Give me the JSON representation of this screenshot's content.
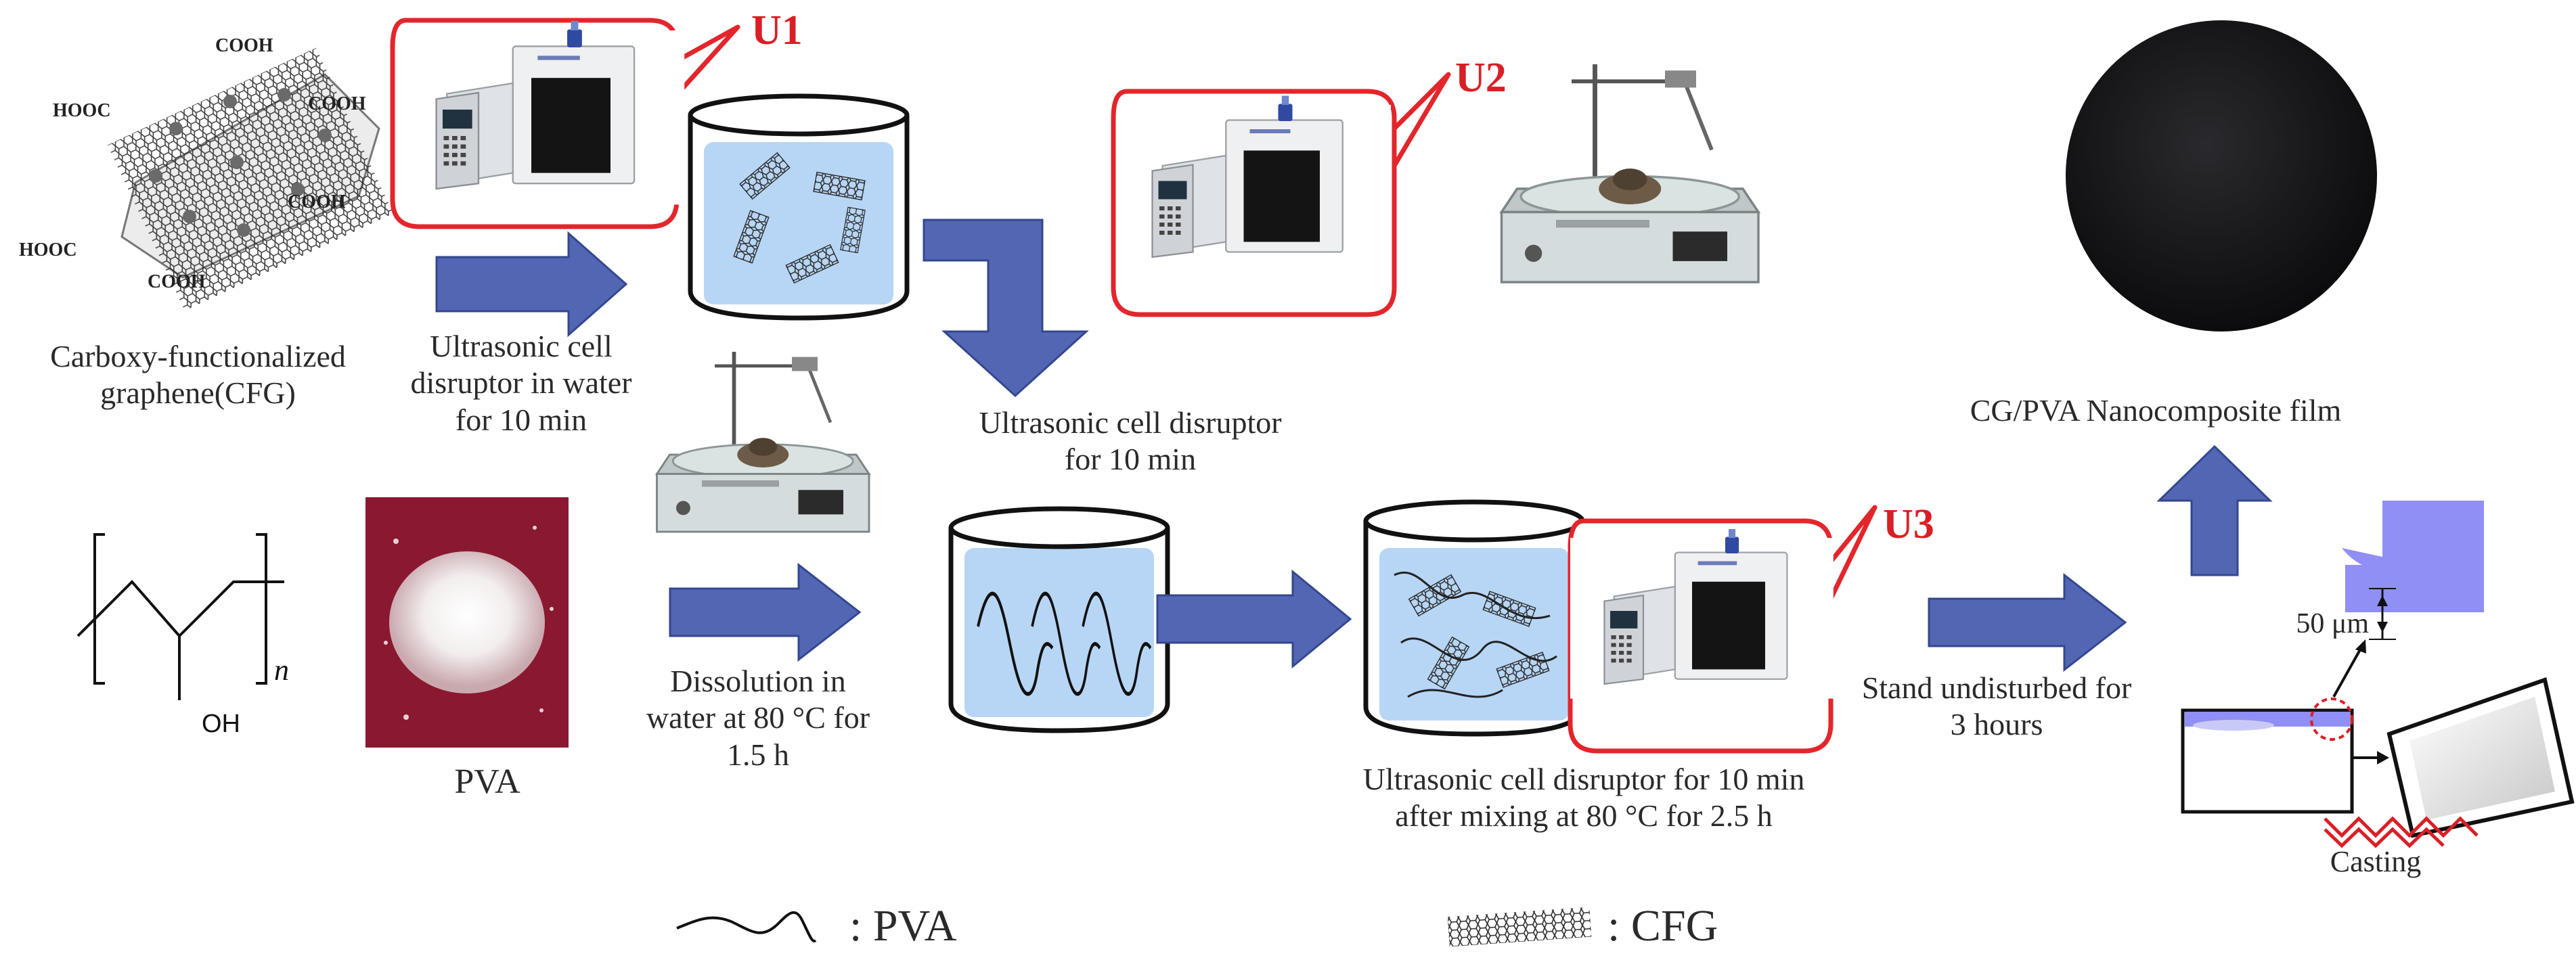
{
  "colors": {
    "arrow": "#5366b3",
    "arrow_edge": "#34478f",
    "callout": "#e3262b",
    "liquid": "#b7d6f5",
    "stroke": "#1a1a1a"
  },
  "callouts": [
    "U1",
    "U2",
    "U3"
  ],
  "cfg_groups": [
    "COOH",
    "HOOC",
    "COOH",
    "COOH",
    "HOOC",
    "COOH"
  ],
  "labels": {
    "cfg_name": [
      "Carboxy-functionalized",
      "graphene(CFG)"
    ],
    "step_u1": [
      "Ultrasonic cell",
      "disruptor in  water",
      "for 10 min"
    ],
    "step_u2": [
      "Ultrasonic cell disruptor",
      "for 10 min"
    ],
    "film_name": "CG/PVA Nanocomposite film",
    "pva_name": "PVA",
    "pva_oh": "OH",
    "pva_n": "n",
    "step_dissolution": [
      "Dissolution in",
      "water at 80 °C for",
      "1.5 h"
    ],
    "step_u3": [
      "Ultrasonic cell disruptor for 10 min",
      "after mixing at 80 °C for 2.5 h"
    ],
    "step_stand": [
      "Stand undisturbed for",
      "3 hours"
    ],
    "thickness": "50 μm",
    "casting": "Casting",
    "legend_pva": ": PVA",
    "legend_cfg": ": CFG"
  }
}
